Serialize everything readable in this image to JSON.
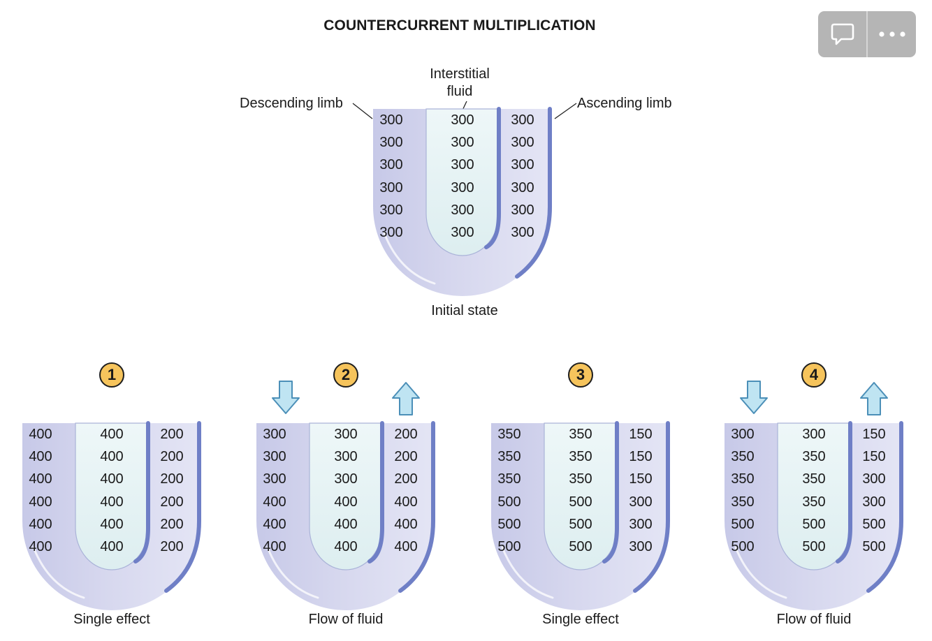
{
  "title": "COUNTERCURRENT MULTIPLICATION",
  "toolbar": {
    "comment_icon": "speech-bubble-icon",
    "more_icon": "more-dots-icon"
  },
  "labels": {
    "descending": "Descending limb",
    "interstitial_line1": "Interstitial",
    "interstitial_line2": "fluid",
    "ascending": "Ascending limb"
  },
  "colors": {
    "tube_fill": "#d6d7ee",
    "interstitial_fill": "#ddeef0",
    "ascending_wall": "#6f7fc6",
    "badge": "#f6c45c",
    "arrow_fill": "#bfe4f2",
    "arrow_stroke": "#4b8fb8"
  },
  "initial": {
    "caption": "Initial state",
    "descending": [
      "300",
      "300",
      "300",
      "300",
      "300",
      "300"
    ],
    "interstitial": [
      "300",
      "300",
      "300",
      "300",
      "300",
      "300"
    ],
    "ascending": [
      "300",
      "300",
      "300",
      "300",
      "300",
      "300"
    ]
  },
  "steps": [
    {
      "number": "1",
      "caption": "Single effect",
      "arrows": false,
      "descending": [
        "400",
        "400",
        "400",
        "400",
        "400",
        "400"
      ],
      "interstitial": [
        "400",
        "400",
        "400",
        "400",
        "400",
        "400"
      ],
      "ascending": [
        "200",
        "200",
        "200",
        "200",
        "200",
        "200"
      ]
    },
    {
      "number": "2",
      "caption": "Flow of fluid",
      "arrows": true,
      "descending": [
        "300",
        "300",
        "300",
        "400",
        "400",
        "400"
      ],
      "interstitial": [
        "300",
        "300",
        "300",
        "400",
        "400",
        "400"
      ],
      "ascending": [
        "200",
        "200",
        "200",
        "400",
        "400",
        "400"
      ]
    },
    {
      "number": "3",
      "caption": "Single effect",
      "arrows": false,
      "descending": [
        "350",
        "350",
        "350",
        "500",
        "500",
        "500"
      ],
      "interstitial": [
        "350",
        "350",
        "350",
        "500",
        "500",
        "500"
      ],
      "ascending": [
        "150",
        "150",
        "150",
        "300",
        "300",
        "300"
      ]
    },
    {
      "number": "4",
      "caption": "Flow of fluid",
      "arrows": true,
      "descending": [
        "300",
        "350",
        "350",
        "350",
        "500",
        "500"
      ],
      "interstitial": [
        "300",
        "350",
        "350",
        "350",
        "500",
        "500"
      ],
      "ascending": [
        "150",
        "150",
        "300",
        "300",
        "500",
        "500"
      ]
    }
  ]
}
